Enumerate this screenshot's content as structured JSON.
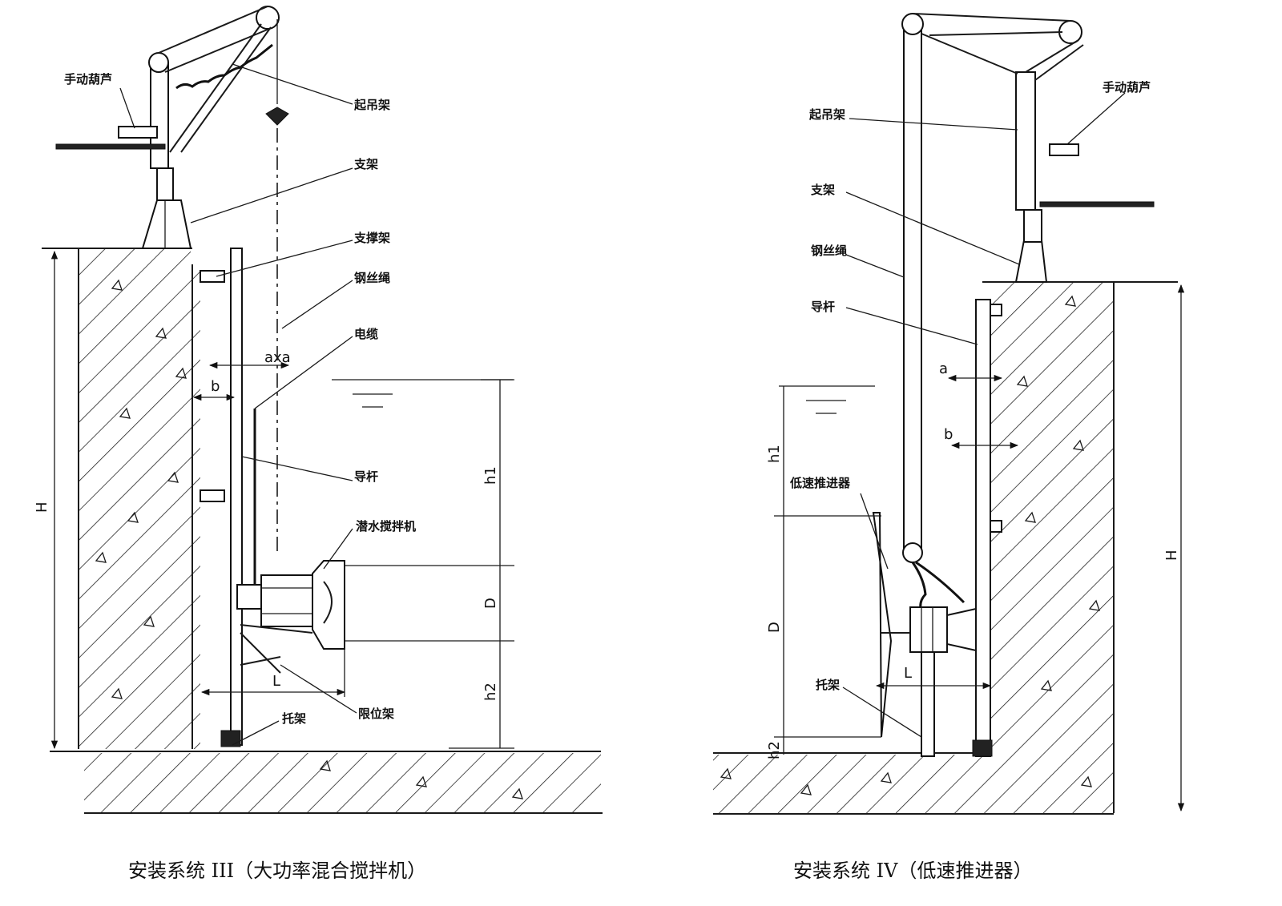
{
  "left": {
    "labels": {
      "hoist": "手动葫芦",
      "crane": "起吊架",
      "support": "支架",
      "brace": "支撑架",
      "wire": "钢丝绳",
      "cable": "电缆",
      "guide": "导杆",
      "mixer": "潜水搅拌机",
      "limiter": "限位架",
      "bracket": "托架"
    },
    "dims": {
      "axa": "axa",
      "b": "b",
      "H": "H",
      "h1": "h1",
      "D": "D",
      "h2": "h2",
      "L": "L"
    },
    "caption": "安装系统 III（大功率混合搅拌机）"
  },
  "right": {
    "labels": {
      "crane": "起吊架",
      "hoist": "手动葫芦",
      "support": "支架",
      "wire": "钢丝绳",
      "guide": "导杆",
      "thruster": "低速推进器",
      "bracket": "托架"
    },
    "dims": {
      "a": "a",
      "b": "b",
      "h1": "h1",
      "D": "D",
      "L": "L",
      "h2": "h2",
      "H": "H"
    },
    "caption": "安装系统 IV（低速推进器）"
  }
}
